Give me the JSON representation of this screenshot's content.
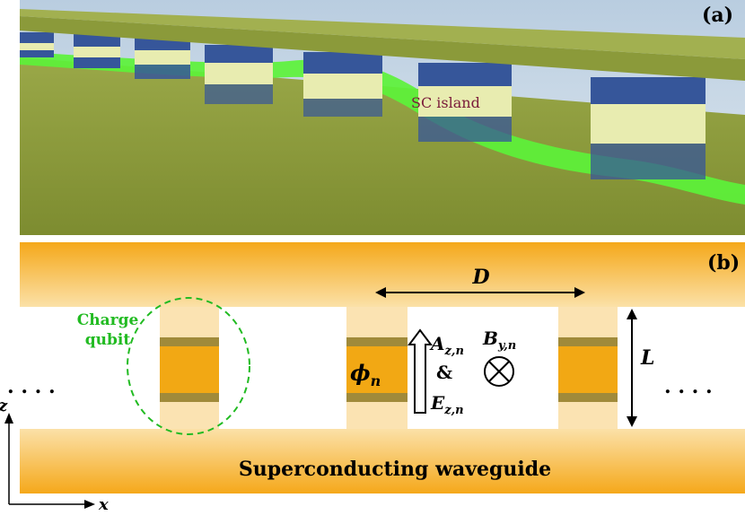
{
  "panel_a": {
    "label": "(a)",
    "island_label": "SC island"
  },
  "panel_b": {
    "label": "(b)",
    "waveguide_label": "Superconducting  waveguide",
    "charge_qubit_line1": "Charge",
    "charge_qubit_line2": "qubit",
    "spacing_label": "D",
    "height_label": "L",
    "phase_symbol": "ϕ",
    "phase_sub": "n",
    "vector_potential_symbol": "A",
    "vector_potential_sub": "z,n",
    "ampersand": "&",
    "electric_field_symbol": "E",
    "electric_field_sub": "z,n",
    "magnetic_field_symbol": "B",
    "magnetic_field_sub": "y,n",
    "ellipsis_left": ". . . .",
    "ellipsis_right": ". . . .",
    "axis_z": "z",
    "axis_x": "x"
  },
  "colors": {
    "gold": "#f2a814",
    "gold_light": "#fbe3b2",
    "gold_dark": "#a08a3a",
    "olive": "#8b9a3a",
    "neon_green": "#5cf23a",
    "dashed_green": "#22bb22",
    "sky": "#c3d5e6",
    "block_blue": "#36569a",
    "block_yellow": "#e8ecb0"
  }
}
